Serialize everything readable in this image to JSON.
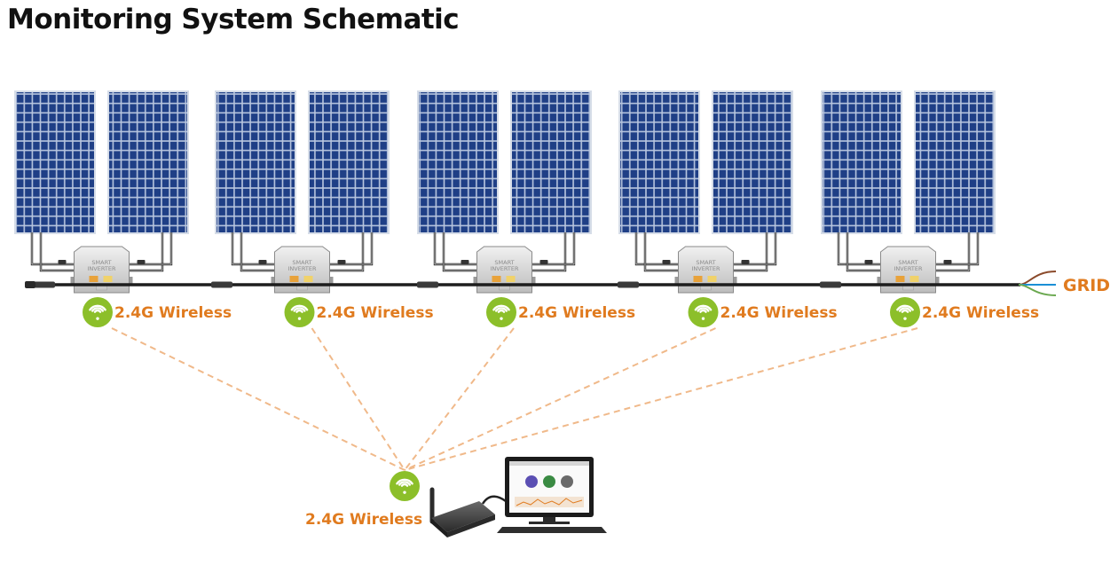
{
  "title": "Monitoring System Schematic",
  "grid_label": "GRID",
  "wireless_labels": [
    "2.4G Wireless",
    "2.4G Wireless",
    "2.4G Wireless",
    "2.4G Wireless",
    "2.4G Wireless"
  ],
  "gateway_label": "2.4G Wireless",
  "inverter_text": [
    "SMART",
    "INVERTER"
  ],
  "colors": {
    "accent": "#e07b1f",
    "wifi_green": "#8cbf2a",
    "panel_blue": "#1f3f86",
    "link_dash": "#f0b98a",
    "grid_wire_colors": [
      "#8b4a2b",
      "#1a8fd6",
      "#6aa84f"
    ]
  },
  "icons": {
    "wireless": "wifi-icon",
    "gateway": "router-icon",
    "computer": "monitor-icon"
  },
  "counts": {
    "inverters": 5,
    "panels_per_inverter": 2
  }
}
